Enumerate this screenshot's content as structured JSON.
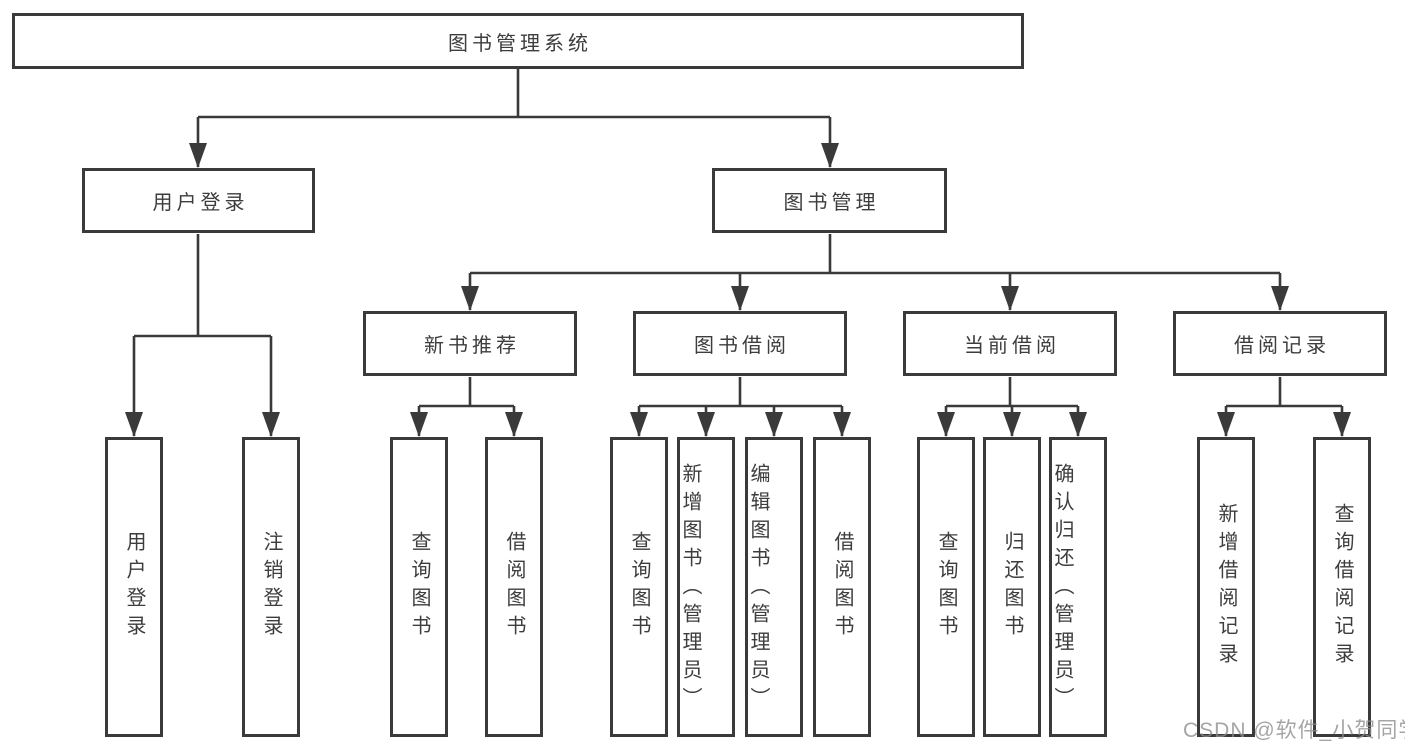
{
  "diagram": {
    "root": {
      "label": "图书管理系统"
    },
    "level1": [
      {
        "label": "用户登录"
      },
      {
        "label": "图书管理"
      }
    ],
    "level2": [
      {
        "label": "新书推荐"
      },
      {
        "label": "图书借阅"
      },
      {
        "label": "当前借阅"
      },
      {
        "label": "借阅记录"
      }
    ],
    "leaves": {
      "user_login": [
        {
          "label": "用户登录"
        },
        {
          "label": "注销登录"
        }
      ],
      "new_books": [
        {
          "label": "查询图书"
        },
        {
          "label": "借阅图书"
        }
      ],
      "book_borrow": [
        {
          "label": "查询图书"
        },
        {
          "label": "新增图书（管理员）"
        },
        {
          "label": "编辑图书（管理员）"
        },
        {
          "label": "借阅图书"
        }
      ],
      "current_borrow": [
        {
          "label": "查询图书"
        },
        {
          "label": "归还图书"
        },
        {
          "label": "确认归还（管理员）"
        }
      ],
      "borrow_records": [
        {
          "label": "新增借阅记录"
        },
        {
          "label": "查询借阅记录"
        }
      ]
    },
    "watermark": "CSDN @软件_小贺同学",
    "colors": {
      "line": "#3a3a3a",
      "text": "#3d3d3d",
      "watermark": "#8c8c8c",
      "background": "#ffffff"
    }
  }
}
